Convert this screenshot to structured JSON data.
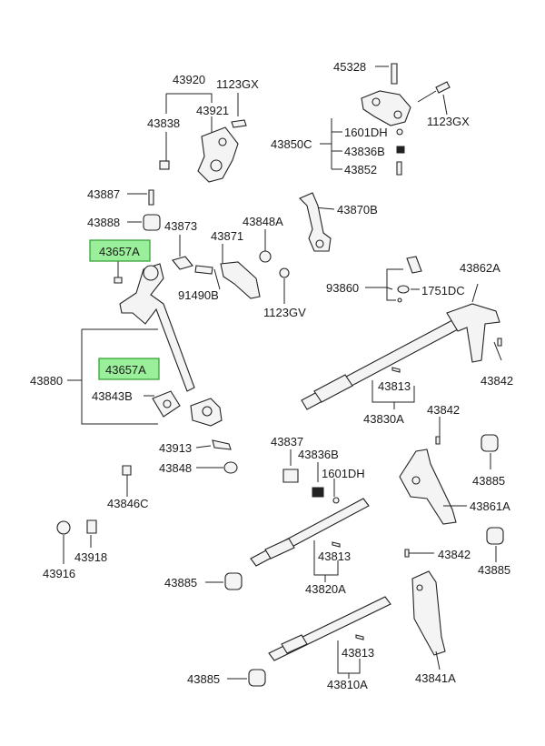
{
  "labels": {
    "p43920": "43920",
    "p1123gx_a": "1123GX",
    "p43838": "43838",
    "p43921": "43921",
    "p45328": "45328",
    "p1123gx_b": "1123GX",
    "p1601dh_a": "1601DH",
    "p43850c": "43850C",
    "p43836b_a": "43836B",
    "p43852": "43852",
    "p43887": "43887",
    "p43888": "43888",
    "p43873": "43873",
    "p43848a": "43848A",
    "p43870b": "43870B",
    "p43871": "43871",
    "p43657a_top": "43657A",
    "p91490b": "91490B",
    "p1123gv": "1123GV",
    "p93860": "93860",
    "p1751dc": "1751DC",
    "p43862a": "43862A",
    "p43880": "43880",
    "p43657a_mid": "43657A",
    "p43843b": "43843B",
    "p43842_a": "43842",
    "p43813_a": "43813",
    "p43830a": "43830A",
    "p43842_b": "43842",
    "p43913": "43913",
    "p43837": "43837",
    "p43836b_b": "43836B",
    "p1601dh_b": "1601DH",
    "p43848": "43848",
    "p43885_a": "43885",
    "p43846c": "43846C",
    "p43861a": "43861A",
    "p43916": "43916",
    "p43918": "43918",
    "p43813_b": "43813",
    "p43842_c": "43842",
    "p43885_b": "43885",
    "p43885_c": "43885",
    "p43820a": "43820A",
    "p43813_c": "43813",
    "p43841a": "43841A",
    "p43885_d": "43885",
    "p43810a": "43810A"
  },
  "highlight_color": "#9af09a"
}
